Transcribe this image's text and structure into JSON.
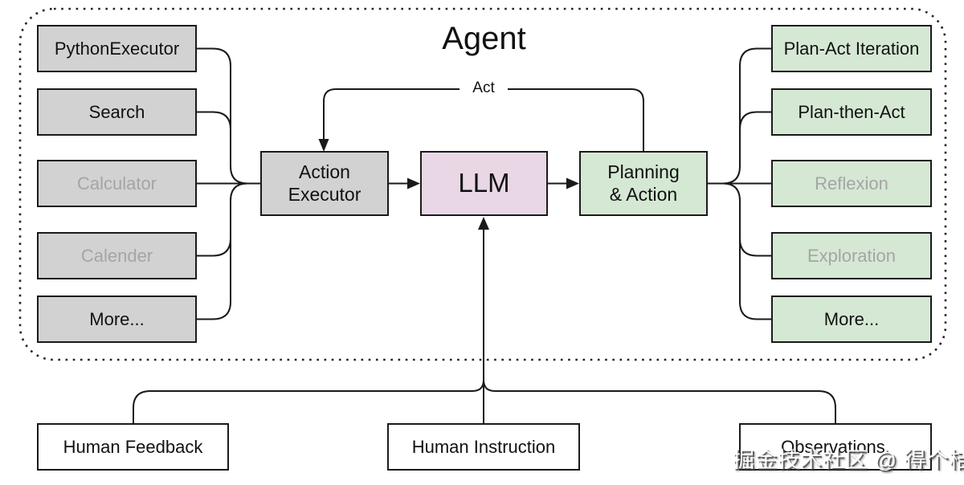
{
  "diagram": {
    "title": "Agent",
    "act_label": "Act",
    "watermark": "掘金技术社区 @ 得个桔",
    "tools": [
      {
        "label": "PythonExecutor",
        "muted": false
      },
      {
        "label": "Search",
        "muted": false
      },
      {
        "label": "Calculator",
        "muted": true
      },
      {
        "label": "Calender",
        "muted": true
      },
      {
        "label": "More...",
        "muted": false
      }
    ],
    "core": {
      "action_executor": "Action\nExecutor",
      "llm": "LLM",
      "planning_action": "Planning\n& Action"
    },
    "strategies": [
      {
        "label": "Plan-Act Iteration",
        "muted": false
      },
      {
        "label": "Plan-then-Act",
        "muted": false
      },
      {
        "label": "Reflexion",
        "muted": true
      },
      {
        "label": "Exploration",
        "muted": true
      },
      {
        "label": "More...",
        "muted": false
      }
    ],
    "inputs": [
      {
        "label": "Human Feedback"
      },
      {
        "label": "Human Instruction"
      },
      {
        "label": "Observations."
      }
    ],
    "colors": {
      "tool_fill": "#d2d2d2",
      "strategy_fill": "#d5e8d4",
      "llm_fill": "#e9d7e5",
      "input_fill": "#ffffff",
      "line": "#1a1a1a",
      "muted_text": "#a5a5a5",
      "text": "#111111"
    }
  }
}
